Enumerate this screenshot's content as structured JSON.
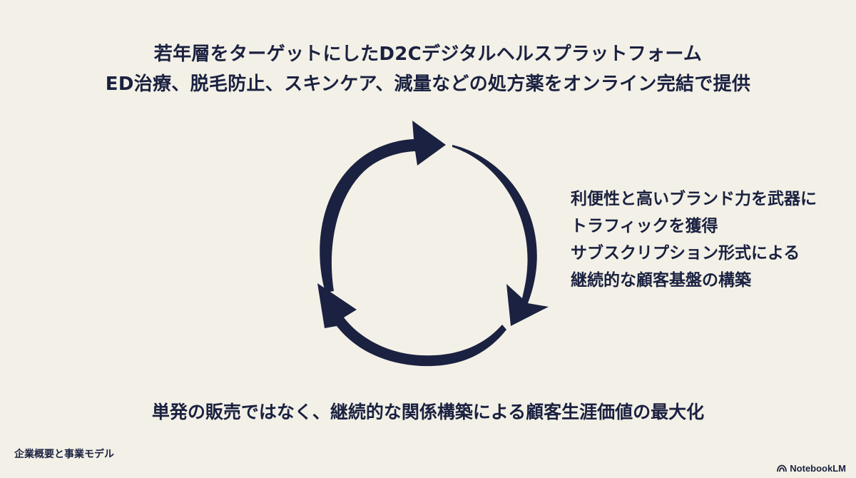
{
  "header": {
    "line1": "若年層をターゲットにしたD2Cデジタルヘルスプラットフォーム",
    "line2": "ED治療、脱毛防止、スキンケア、減量などの処方薬をオンライン完結で提供"
  },
  "side_text": [
    "利便性と高いブランド力を武器に",
    "トラフィックを獲得",
    "サブスクリプション形式による",
    "継続的な顧客基盤の構築"
  ],
  "bottom_text": "単発の販売ではなく、継続的な関係構築による顧客生涯価値の最大化",
  "footer": {
    "section_title": "企業概要と事業モデル",
    "brand": "NotebookLM",
    "brand_icon": "notebooklm-logo-icon"
  },
  "diagram": {
    "type": "cycle",
    "arrow_count": 3,
    "direction": "clockwise",
    "color": "#1b2140"
  },
  "colors": {
    "background": "#f3f1e7",
    "text": "#1b2140"
  }
}
